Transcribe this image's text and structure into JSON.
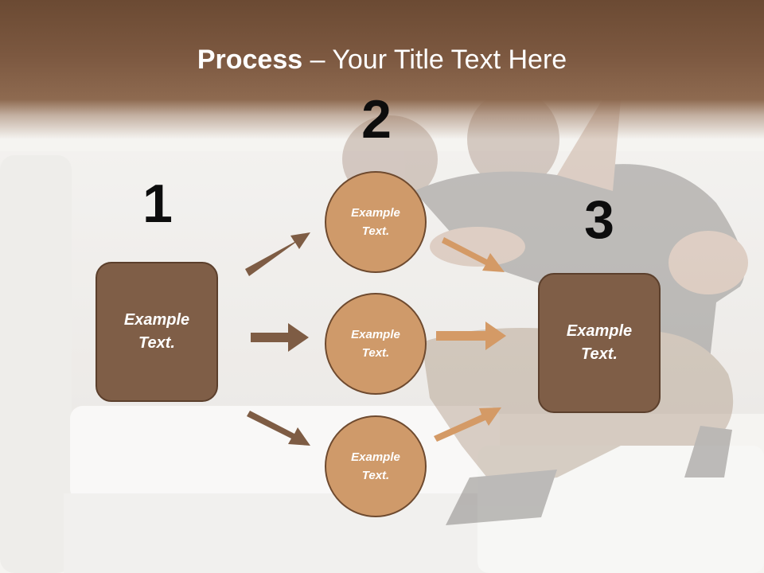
{
  "title": {
    "strong": "Process",
    "rest": " – Your Title Text Here"
  },
  "steps": [
    {
      "number": "1",
      "text": "Example Text."
    },
    {
      "number": "2",
      "text": "Example Text."
    },
    {
      "number": "3",
      "text": "Example Text."
    }
  ],
  "middle_items": [
    {
      "text": "Example Text."
    },
    {
      "text": "Example Text."
    },
    {
      "text": "Example Text."
    }
  ],
  "colors": {
    "title_band": "#7c5840",
    "box_fill": "#7f5e47",
    "circle_fill": "#cf9a6a",
    "left_arrow": "#7e5c44",
    "right_arrow": "#d49a66"
  }
}
